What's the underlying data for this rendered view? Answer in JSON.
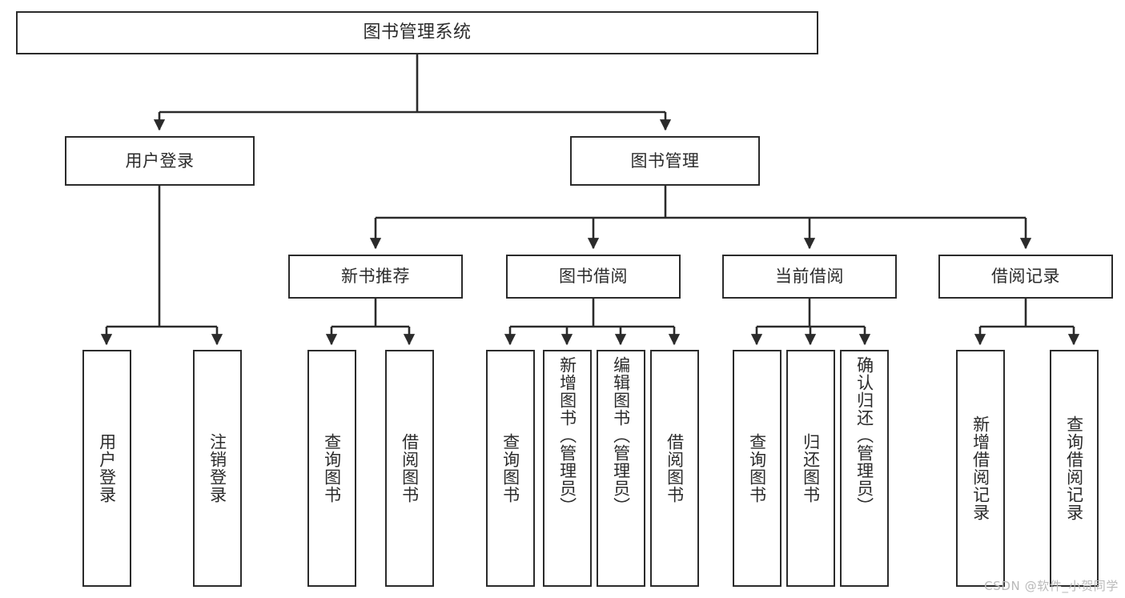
{
  "diagram": {
    "title": "图书管理系统",
    "watermark": "CSDN @软件_小贺同学",
    "stroke_color": "#2b2b2b",
    "background_color": "#ffffff",
    "levels": {
      "root": {
        "label": "图书管理系统"
      },
      "modules": [
        {
          "label": "用户登录"
        },
        {
          "label": "图书管理"
        }
      ],
      "submodules": [
        {
          "label": "新书推荐"
        },
        {
          "label": "图书借阅"
        },
        {
          "label": "当前借阅"
        },
        {
          "label": "借阅记录"
        }
      ],
      "leaves": {
        "user_login": [
          {
            "label": "用户登录"
          },
          {
            "label": "注销登录"
          }
        ],
        "new_book_recommend": [
          {
            "label": "查询图书"
          },
          {
            "label": "借阅图书"
          }
        ],
        "book_borrow": [
          {
            "label": "查询图书"
          },
          {
            "label": "新增图书（管理员）"
          },
          {
            "label": "编辑图书（管理员）"
          },
          {
            "label": "借阅图书"
          }
        ],
        "current_borrow": [
          {
            "label": "查询图书"
          },
          {
            "label": "归还图书"
          },
          {
            "label": "确认归还（管理员）"
          }
        ],
        "borrow_record": [
          {
            "label": "新增借阅记录"
          },
          {
            "label": "查询借阅记录"
          }
        ]
      }
    }
  }
}
